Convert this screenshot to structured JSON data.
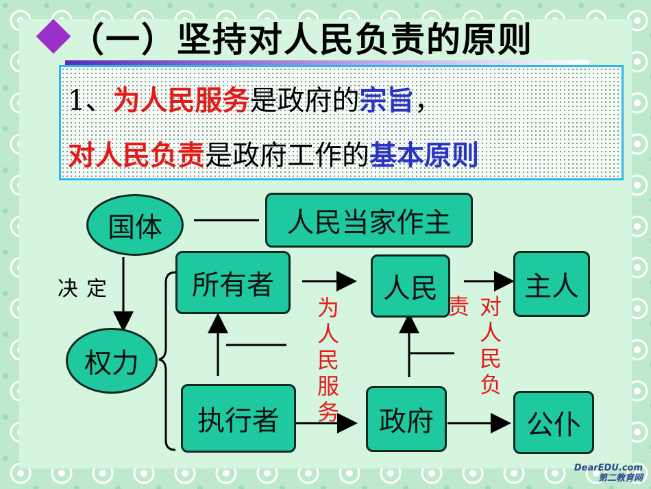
{
  "title": "（一）坚持对人民负责的原则",
  "statement": {
    "line1": {
      "num": "1、",
      "red": "为人民服务",
      "mid": "是政府的",
      "blue": "宗旨",
      "end": "，"
    },
    "line2": {
      "red": "对人民负责",
      "mid": "是政府工作的",
      "blue": "基本原则"
    }
  },
  "diagram": {
    "guoti": "国体",
    "renmin_dangjia": "人民当家作主",
    "jueding": "决定",
    "quanli": "权力",
    "suoyouzhe": "所有者",
    "zhixingzhe": "执行者",
    "renmin": "人民",
    "zhengfu": "政府",
    "zhuren": "主人",
    "gongpu": "公仆",
    "wei_renmin_fuwu": "为人民服务",
    "dui_renmin_fuze": "对人民负责"
  },
  "watermark": {
    "line1": "DearEDU.com",
    "line2": "第二教育网"
  },
  "colors": {
    "node": "#1fc9a0",
    "accent_red": "#e31a1a",
    "accent_blue": "#2a34c2",
    "diamond": "#9a2fc9",
    "frame": "#2fb5e8"
  }
}
